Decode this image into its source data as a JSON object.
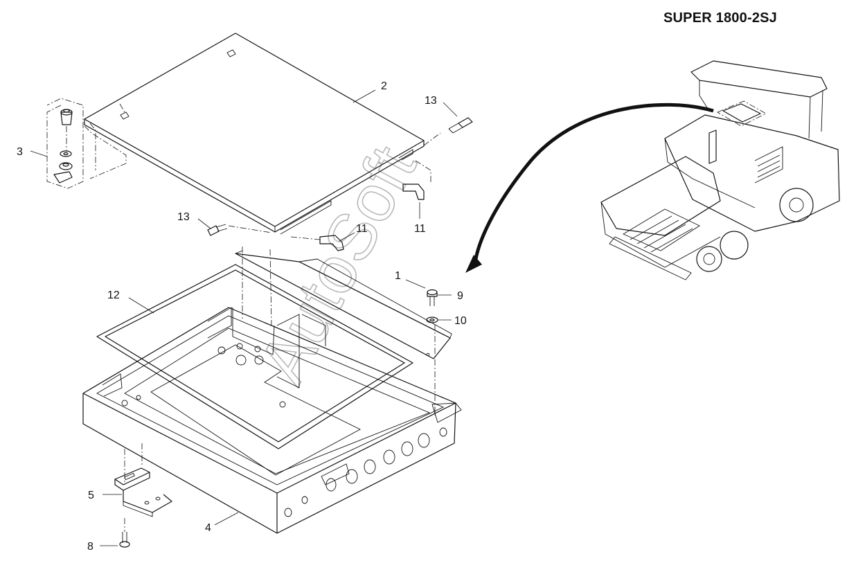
{
  "model": "SUPER 1800-2SJ",
  "watermark": "AutoSoft",
  "callouts": {
    "c1": "1",
    "c2": "2",
    "c3": "3",
    "c4": "4",
    "c5": "5",
    "c8": "8",
    "c9": "9",
    "c10": "10",
    "c11a": "11",
    "c11b": "11",
    "c12": "12",
    "c13a": "13",
    "c13b": "13"
  }
}
